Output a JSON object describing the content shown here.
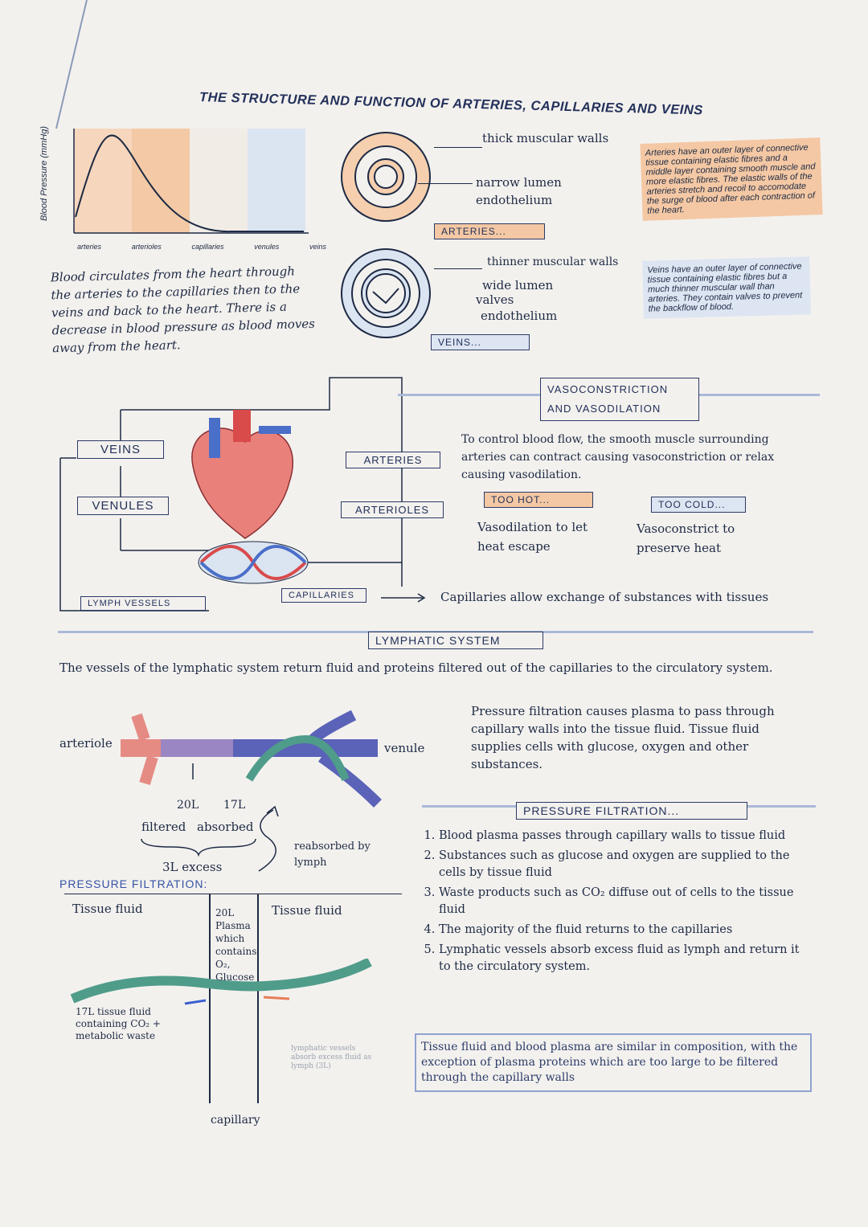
{
  "title": "THE STRUCTURE AND FUNCTION OF ARTERIES, CAPILLARIES AND VEINS",
  "pressure_graph": {
    "y_label": "Blood Pressure (mmHg)",
    "x_labels": [
      "arteries",
      "arterioles",
      "capillaries",
      "venules",
      "veins"
    ]
  },
  "intro_text": "Blood circulates from the heart through the arteries to the capillaries then to the veins and back to the heart. There is a decrease in blood pressure as blood moves away from the heart.",
  "arteries": {
    "label": "ARTERIES...",
    "parts": [
      "thick muscular walls",
      "narrow lumen",
      "endothelium"
    ],
    "note": "Arteries have an outer layer of connective tissue containing elastic fibres and a middle layer containing smooth muscle and more elastic fibres. The elastic walls of the arteries stretch and recoil to accomodate the surge of blood after each contraction of the heart."
  },
  "veins": {
    "label": "VEINS...",
    "parts": [
      "thinner muscular walls",
      "wide lumen",
      "valves",
      "endothelium"
    ],
    "note": "Veins have an outer layer of connective tissue containing elastic fibres but a much thinner muscular wall than arteries. They contain valves to prevent the backflow of blood."
  },
  "circulation": {
    "veins": "VEINS",
    "venules": "VENULES",
    "lymph_vessels": "LYMPH VESSELS",
    "arteries": "ARTERIES",
    "arterioles": "ARTERIOLES",
    "capillaries": "CAPILLARIES"
  },
  "vaso": {
    "heading": "VASOCONSTRICTION AND VASODILATION",
    "text": "To control blood flow, the smooth muscle surrounding arteries can contract causing vasoconstriction or relax causing vasodilation.",
    "hot_label": "TOO HOT...",
    "hot_text": "Vasodilation to let heat escape",
    "cold_label": "TOO COLD...",
    "cold_text": "Vasoconstrict to preserve heat"
  },
  "capillaries_note": "Capillaries allow exchange of substances with tissues",
  "lymphatic": {
    "heading": "LYMPHATIC SYSTEM",
    "text": "The vessels of the lymphatic system return fluid and proteins filtered out of the capillaries to the circulatory system."
  },
  "capillary_diagram": {
    "arteriole": "arteriole",
    "venule": "venule",
    "filtered_value": "20L",
    "absorbed_value": "17L",
    "filtered": "filtered",
    "absorbed": "absorbed",
    "excess": "3L excess",
    "reabsorbed": "reabsorbed by lymph"
  },
  "pressure_text": "Pressure filtration causes plasma to pass through capillary walls into the tissue fluid. Tissue fluid supplies cells with glucose, oxygen and other substances.",
  "pressure_filtration": {
    "heading": "PRESSURE FILTRATION...",
    "steps": [
      "Blood plasma passes through capillary walls to tissue fluid",
      "Substances such as glucose and oxygen are supplied to the cells by tissue fluid",
      "Waste products such as CO₂ diffuse out of cells to the tissue fluid",
      "The majority of the fluid returns to the capillaries",
      "Lymphatic vessels absorb excess fluid as lymph and return it to the circulatory system."
    ],
    "note": "Tissue fluid and blood plasma are similar in composition, with the exception of plasma proteins which are too large to be filtered through the capillary walls"
  },
  "tissue_diagram": {
    "title": "PRESSURE FILTRATION:",
    "left_label": "Tissue fluid",
    "right_label": "Tissue fluid",
    "plasma_note": "20L Plasma which contains O₂, Glucose",
    "return_note": "17L tissue fluid containing CO₂ + metabolic waste",
    "lymph_note": "lymphatic vessels absorb excess fluid as lymph (3L)",
    "capillary": "capillary"
  }
}
